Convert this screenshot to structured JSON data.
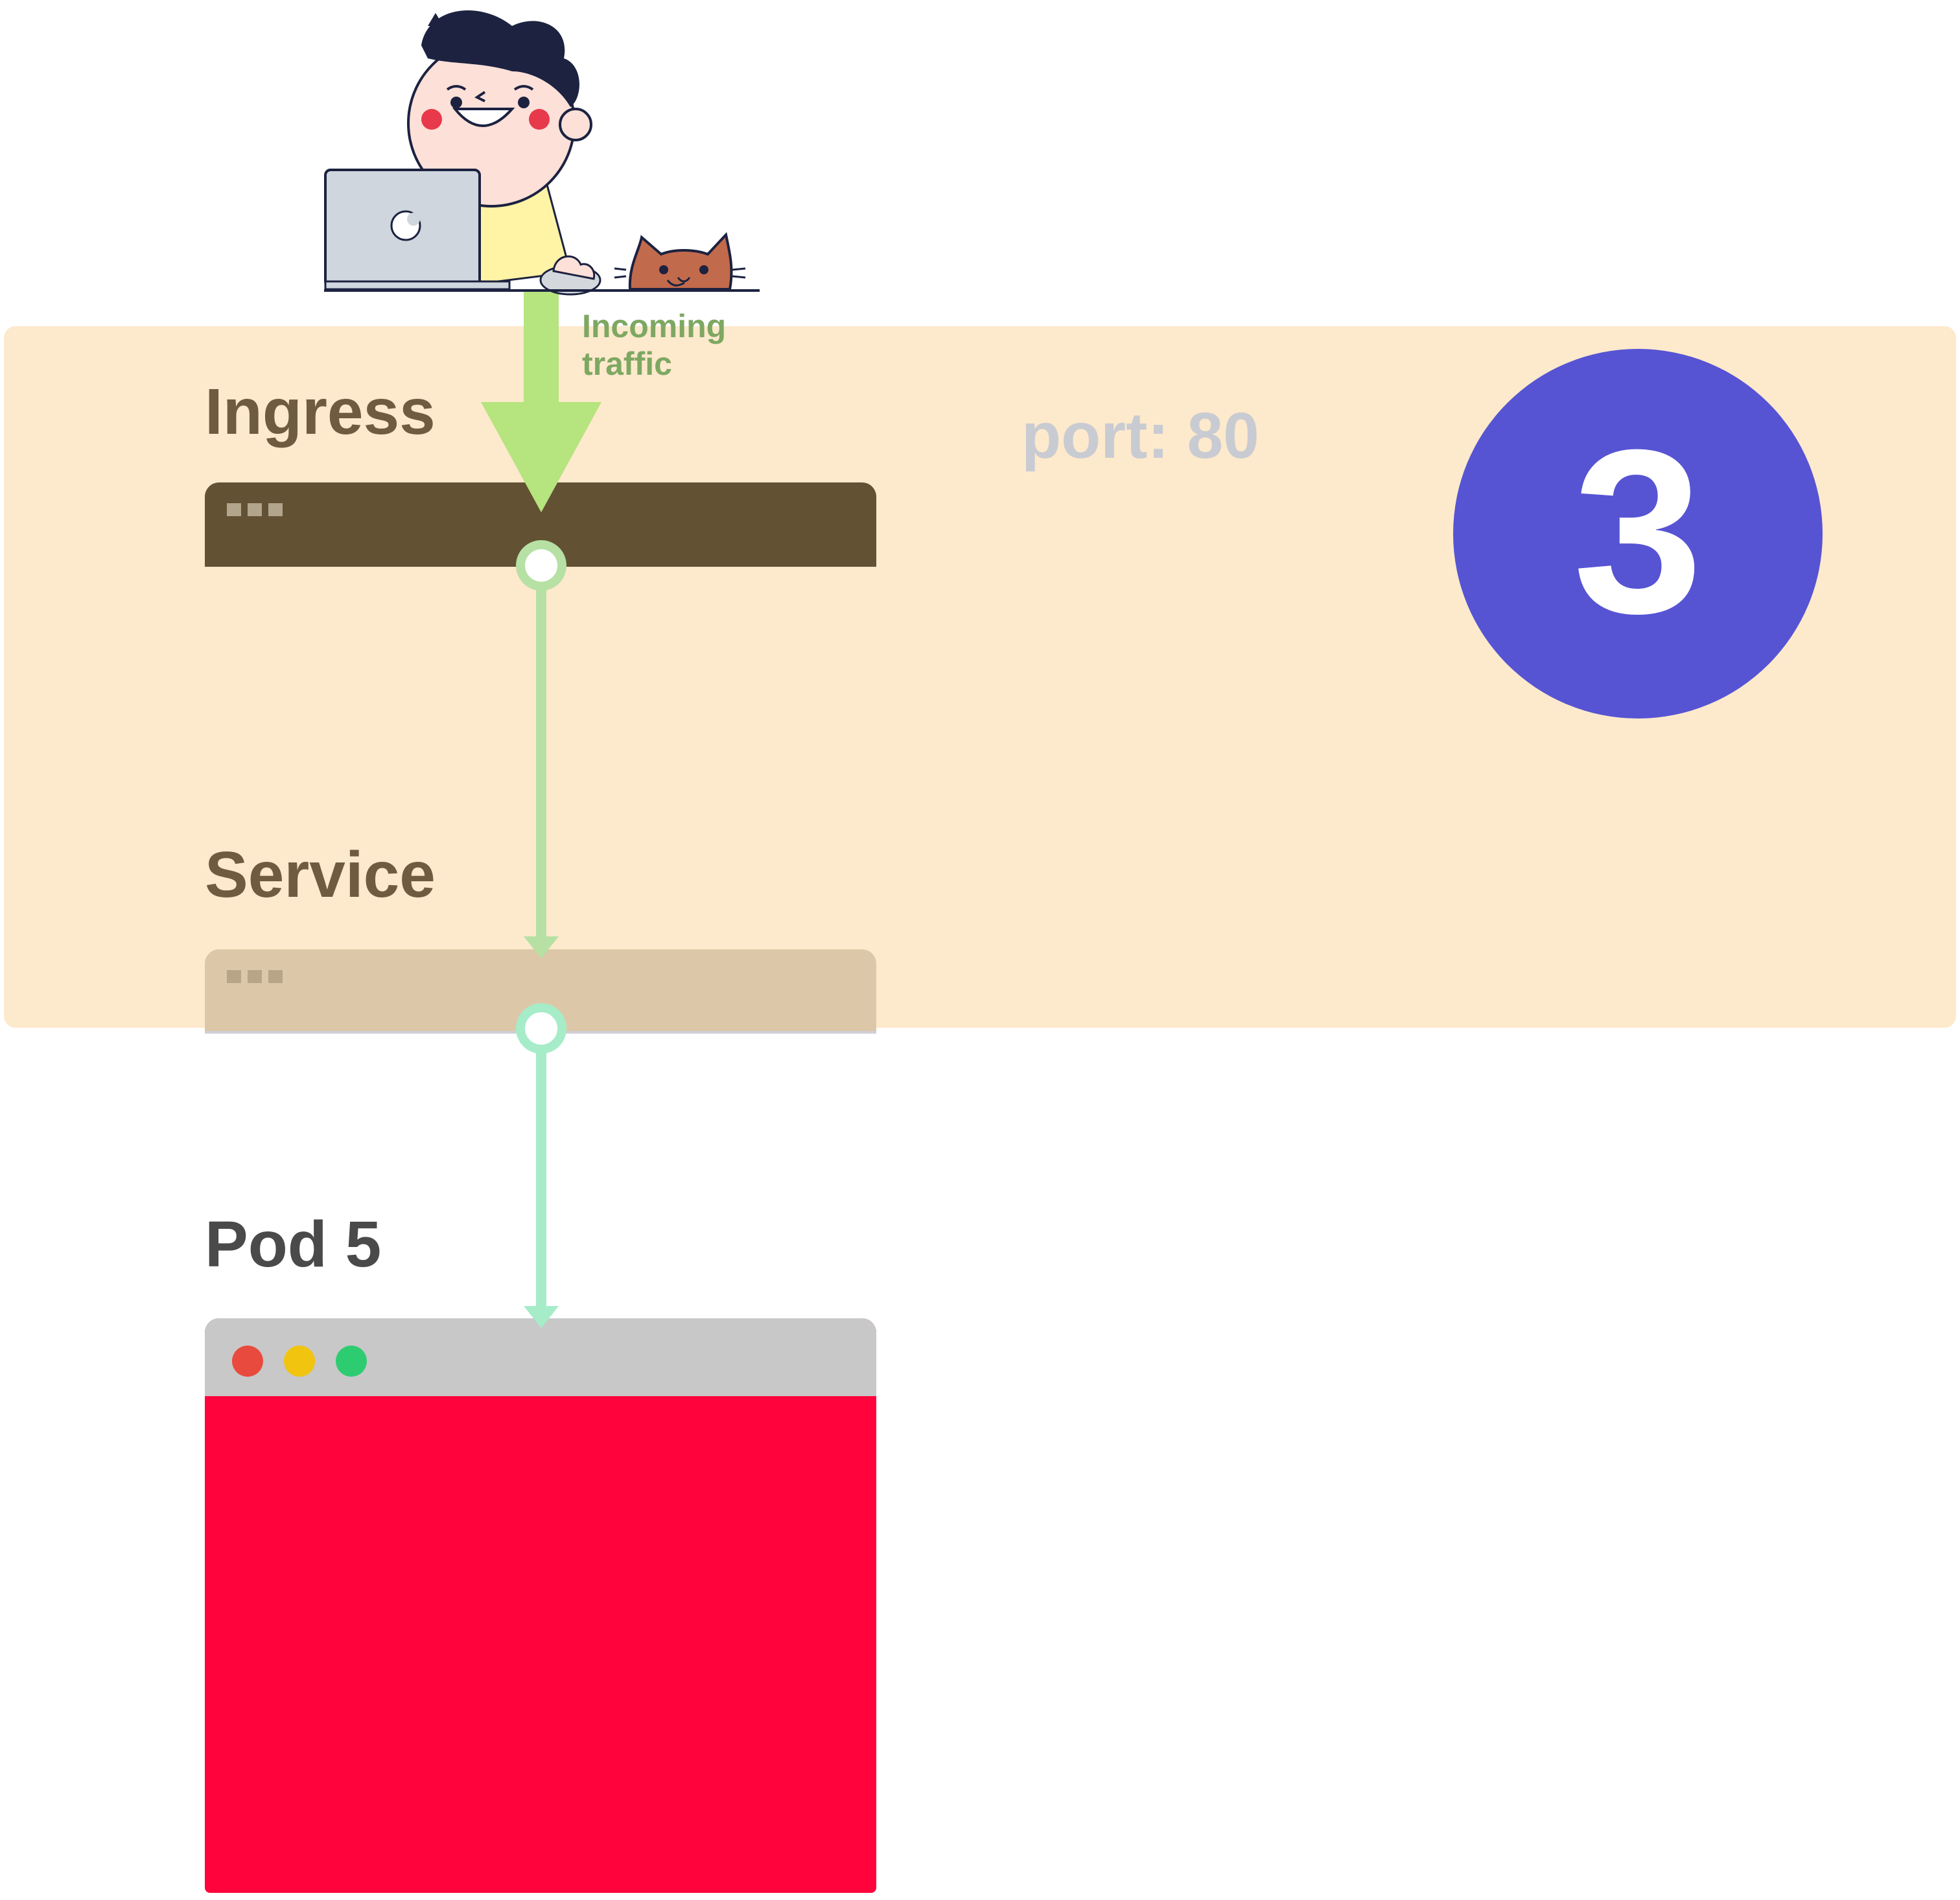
{
  "labels": {
    "ingress": "Ingress",
    "service": "Service",
    "pod": "Pod 5",
    "incoming_traffic": "Incoming\ntraffic",
    "port": "port: 80",
    "step": "3"
  },
  "icons": {
    "user": "person-with-laptop-icon",
    "pet": "cat-icon",
    "flow_arrow": "arrow-down-icon"
  },
  "colors": {
    "zone_background": "#fde9cc",
    "ingress_bar": "#625133",
    "service_bar": "#dcc8a8",
    "pod_body": "#ff033c",
    "pod_titlebar": "#c8c8c8",
    "badge": "#5654d3",
    "traffic_arrow": "#b6e47e",
    "connector_ingress_service": "#b6e0a4",
    "connector_service_pod": "#a6ecc8",
    "traffic_label": "#7ea862",
    "port_label": "#c9cbd2"
  }
}
